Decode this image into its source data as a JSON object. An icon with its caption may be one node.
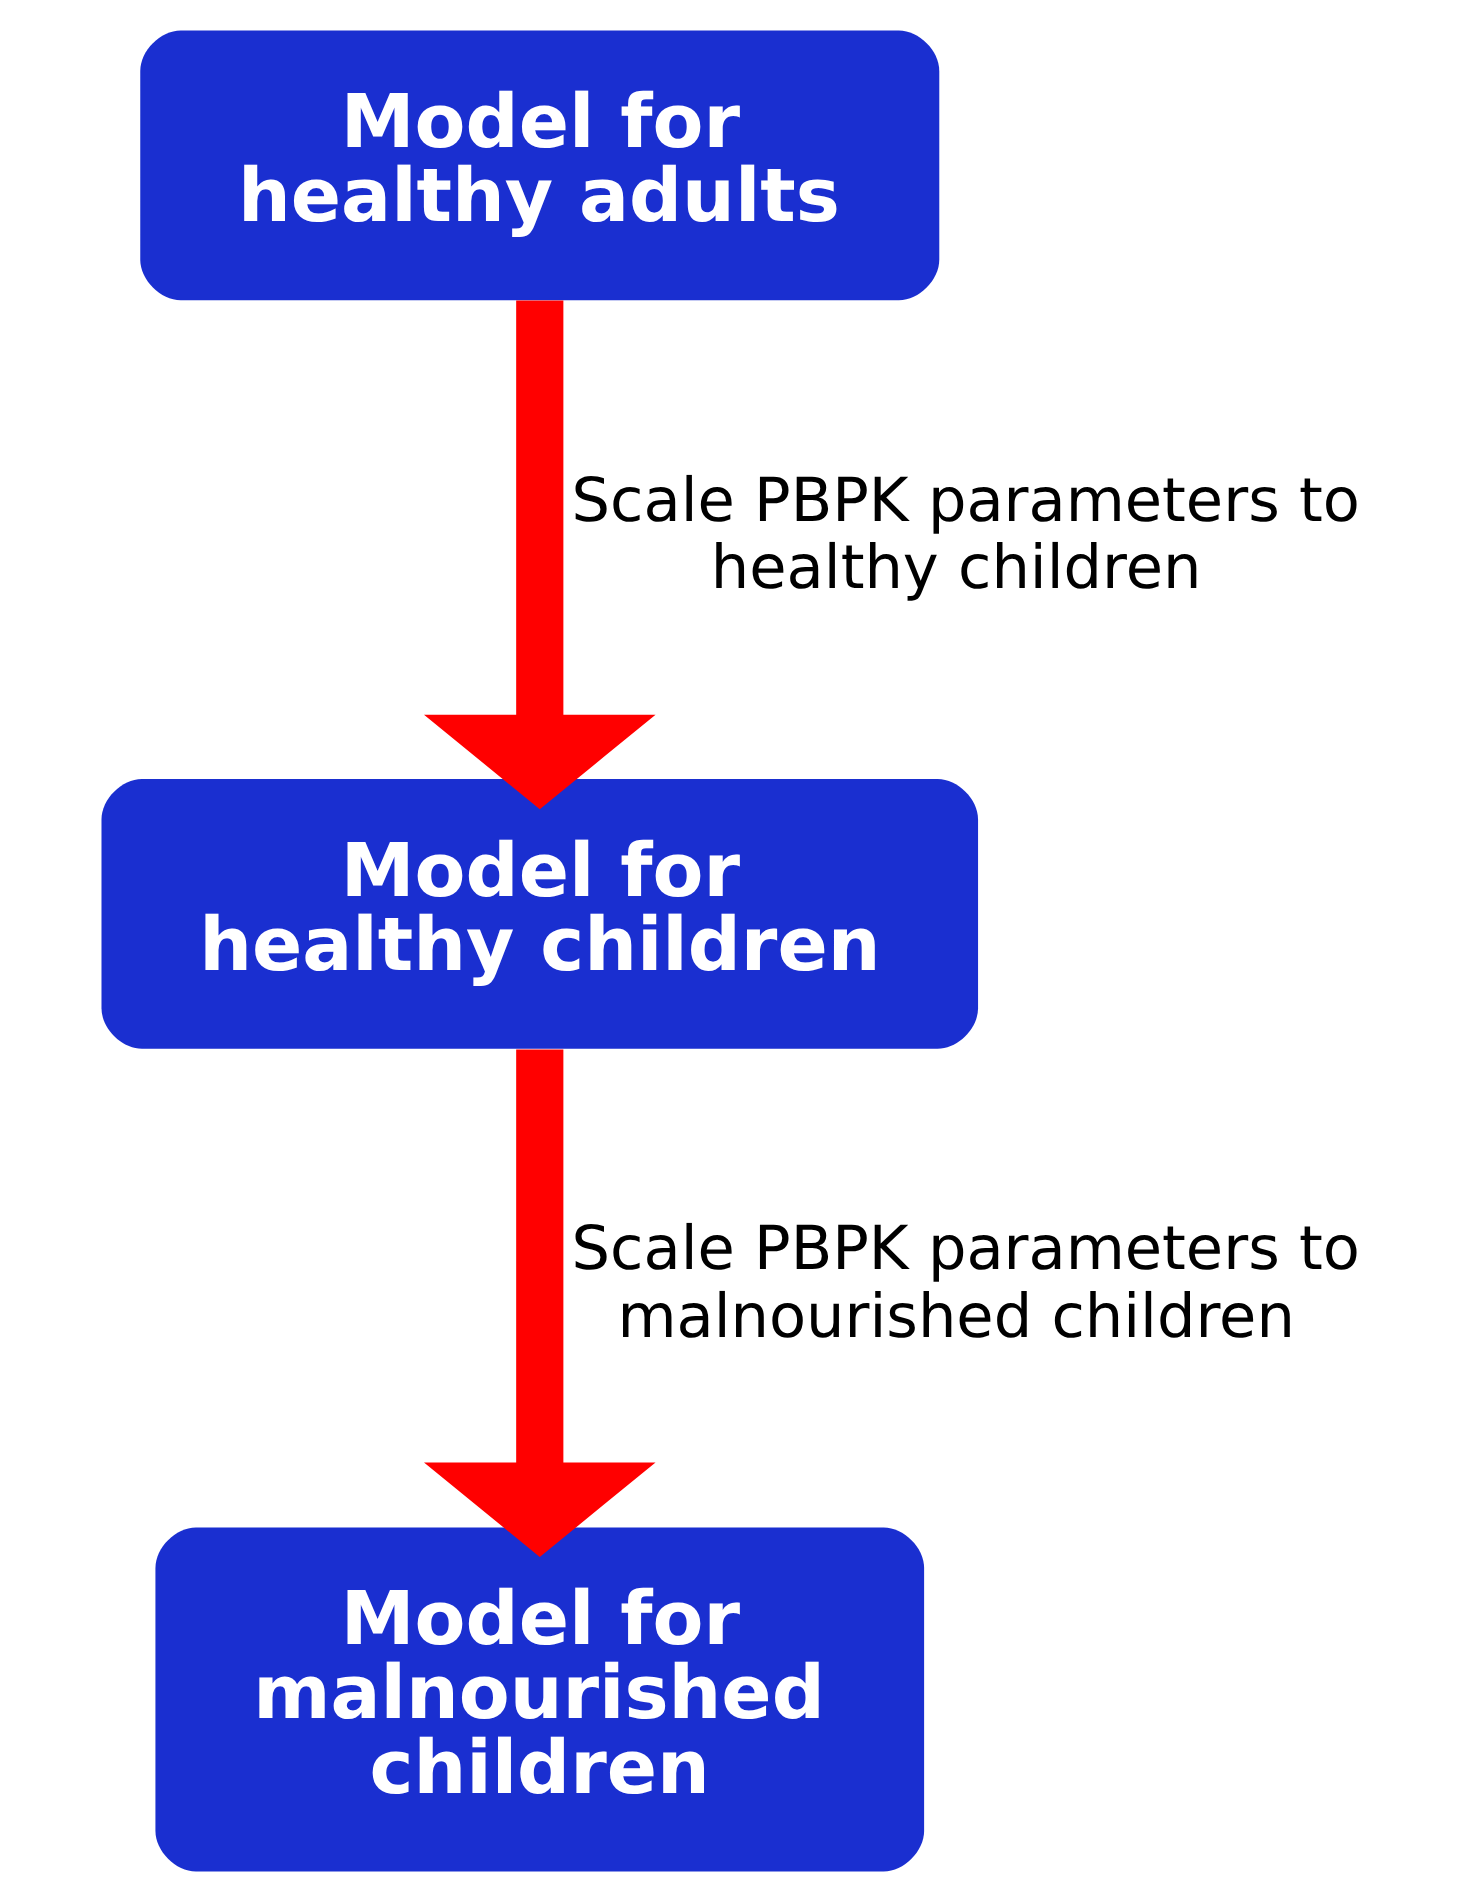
{
  "diagram": {
    "nodes": [
      {
        "text": [
          "Model for healthy adults"
        ]
      },
      {
        "text": [
          "Model for healthy children"
        ]
      },
      {
        "text": [
          "Model for malnourished children"
        ]
      }
    ],
    "edges": [
      {
        "from": 0,
        "to": 1,
        "arrow": "to",
        "label": "Scale PBPK parameters to healthy children",
        "color": "#ff0000"
      },
      {
        "from": 1,
        "to": 2,
        "arrow": "to",
        "label": "Scale PBPK parameters to malnourished children",
        "color": "#ff0000"
      }
    ]
  }
}
